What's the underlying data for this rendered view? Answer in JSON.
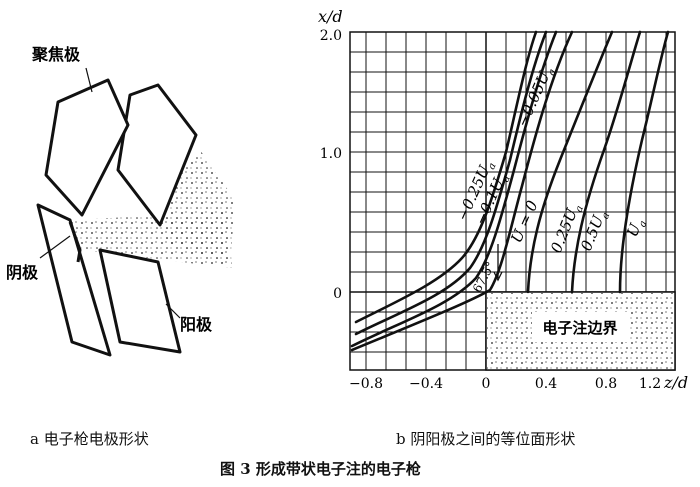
{
  "figure": {
    "caption": "图 3   形成带状电子注的电子枪",
    "sub_a": "a  电子枪电极形状",
    "sub_b": "b  阴阳极之间的等位面形状"
  },
  "panel_a": {
    "labels": {
      "focus": "聚焦极",
      "cathode": "阴极",
      "anode": "阳极"
    }
  },
  "panel_b": {
    "axis": {
      "y_title": "x/d",
      "x_title": "z/d",
      "y_ticks": [
        "2.0",
        "1.0",
        "0"
      ],
      "x_ticks": [
        "−0.8",
        "−0.4",
        "0",
        "0.4",
        "0.8",
        "1.2"
      ]
    },
    "curve_labels": [
      "−0.05U",
      "−0.25U",
      "−0.1U",
      "U = 0",
      "0.25U",
      "0.5U",
      "U"
    ],
    "angle_label": "67.5°",
    "beam_label": "电子注边界"
  }
}
